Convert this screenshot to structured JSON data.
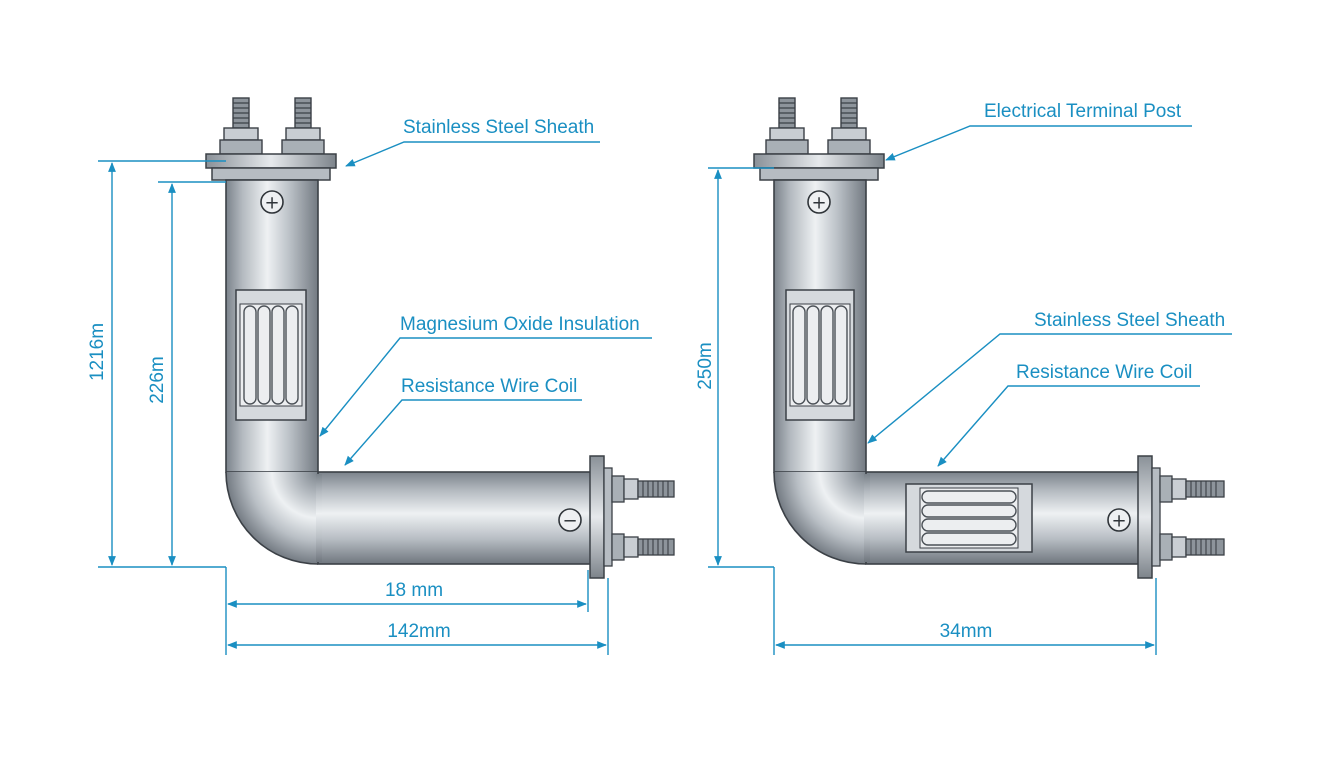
{
  "colors": {
    "annotation": "#1a8fc2",
    "metal_dark": "#6c737b",
    "metal_light": "#e9ecef",
    "outline": "#3b4046"
  },
  "left": {
    "callouts": {
      "sheath": "Stainless Steel Sheath",
      "insulation": "Magnesium Oxide Insulation",
      "coil": "Resistance Wire Coil"
    },
    "dims": {
      "height_outer": "1216m",
      "height_inner": "226m",
      "length_inner": "18 mm",
      "length_outer": "142mm"
    },
    "symbols": {
      "top": "+",
      "end": "−"
    }
  },
  "right": {
    "callouts": {
      "terminal": "Electrical Terminal Post",
      "sheath": "Stainless Steel Sheath",
      "coil": "Resistance Wire Coil"
    },
    "dims": {
      "height": "250m",
      "length": "34mm"
    },
    "symbols": {
      "top": "+",
      "end": "+"
    }
  }
}
